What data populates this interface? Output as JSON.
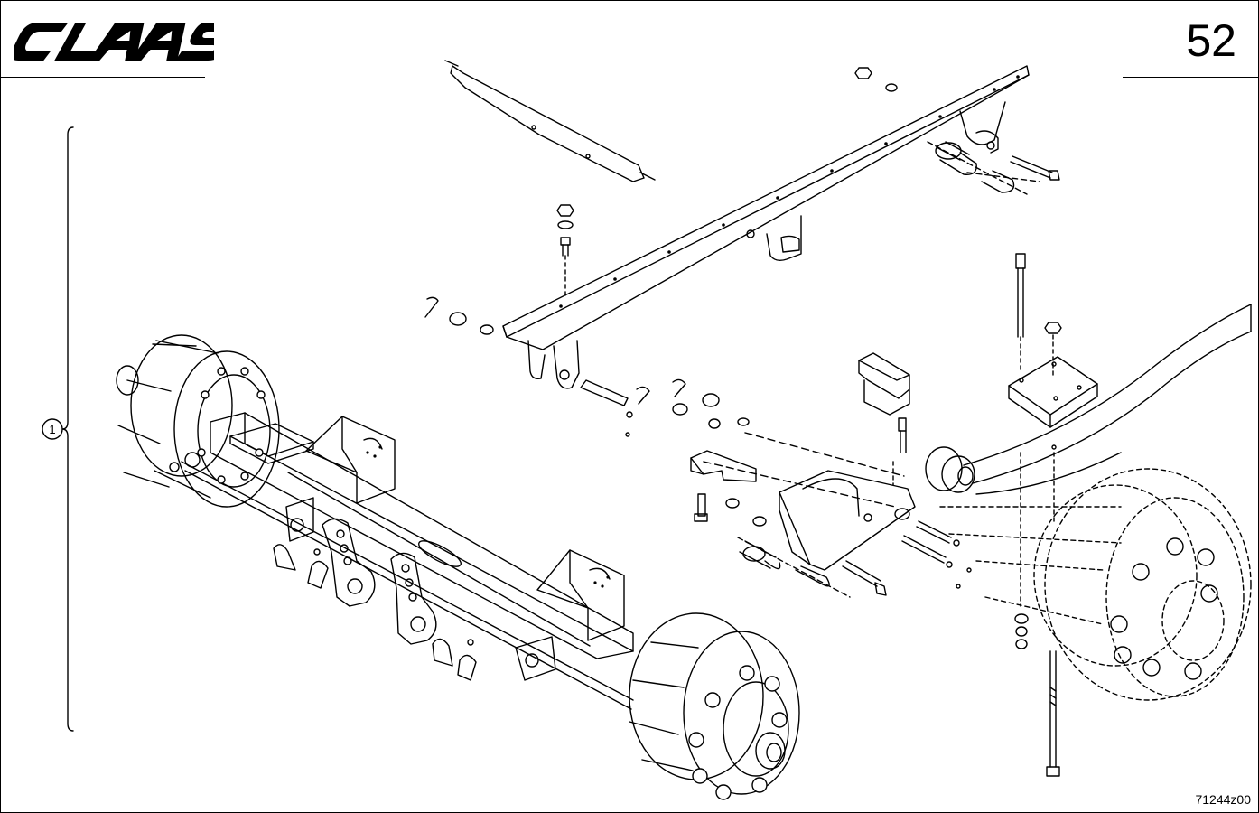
{
  "header": {
    "brand_name": "CLAAS",
    "page_number": "52"
  },
  "callouts": [
    {
      "label": "1"
    }
  ],
  "footer": {
    "drawing_number": "71244z00"
  },
  "colors": {
    "ink": "#000000",
    "paper": "#ffffff"
  }
}
